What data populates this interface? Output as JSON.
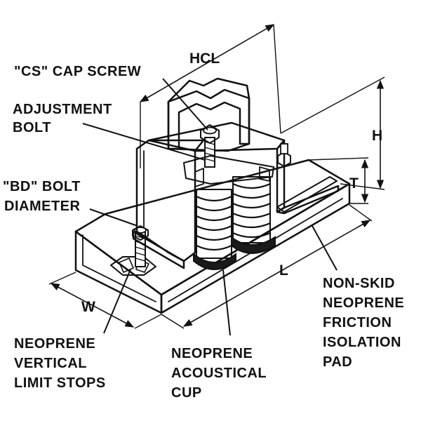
{
  "colors": {
    "ink": "#111111",
    "metal": "#ffffff",
    "shade": "#d9d9d9",
    "dark": "#1a1a1a"
  },
  "labels": {
    "cs_cap_screw": "\"CS\" CAP SCREW",
    "adjustment_bolt_1": "ADJUSTMENT",
    "adjustment_bolt_2": "BOLT",
    "bd_bolt_1": "\"BD\" BOLT",
    "bd_bolt_2": "DIAMETER",
    "limit_stops_1": "NEOPRENE",
    "limit_stops_2": "VERTICAL",
    "limit_stops_3": "LIMIT STOPS",
    "acoustical_cup_1": "NEOPRENE",
    "acoustical_cup_2": "ACOUSTICAL",
    "acoustical_cup_3": "CUP",
    "friction_pad_1": "NON-SKID",
    "friction_pad_2": "NEOPRENE",
    "friction_pad_3": "FRICTION",
    "friction_pad_4": "ISOLATION",
    "friction_pad_5": "PAD"
  },
  "dimensions": {
    "hcl": "HCL",
    "h": "H",
    "t": "T",
    "l": "L",
    "w": "W"
  }
}
